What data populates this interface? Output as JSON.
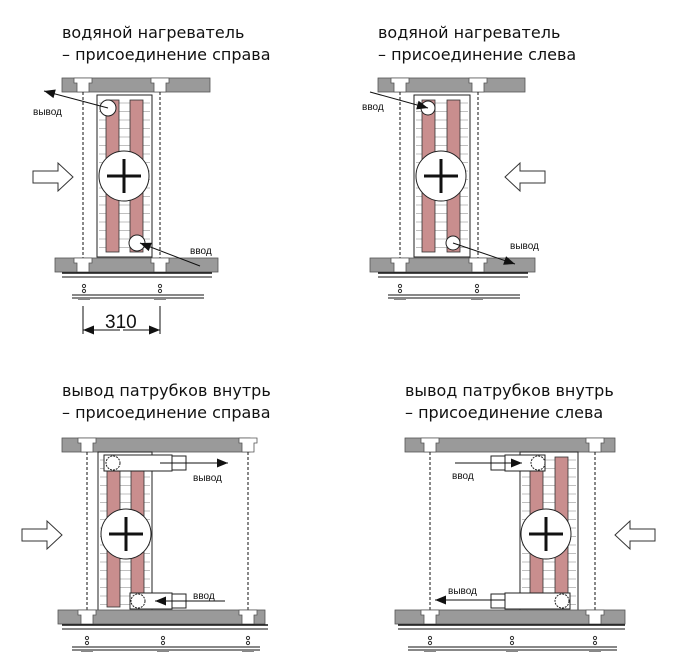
{
  "panels": [
    {
      "title1": "водяной нагреватель",
      "title2": "– присоединение справа",
      "outlet": "вывод",
      "inlet": "ввод",
      "dimension": "310"
    },
    {
      "title1": "водяной нагреватель",
      "title2": "– присоединение слева",
      "outlet": "вывод",
      "inlet": "ввод"
    },
    {
      "title1": "вывод патрубков внутрь",
      "title2": "– присоединение справа",
      "outlet": "вывод",
      "inlet": "ввод"
    },
    {
      "title1": "вывод патрубков внутрь",
      "title2": "– присоединение слева",
      "outlet": "вывод",
      "inlet": "ввод"
    }
  ],
  "colors": {
    "coil": "#c98e8e",
    "frame": "#9a9a9a",
    "line": "#111111"
  }
}
